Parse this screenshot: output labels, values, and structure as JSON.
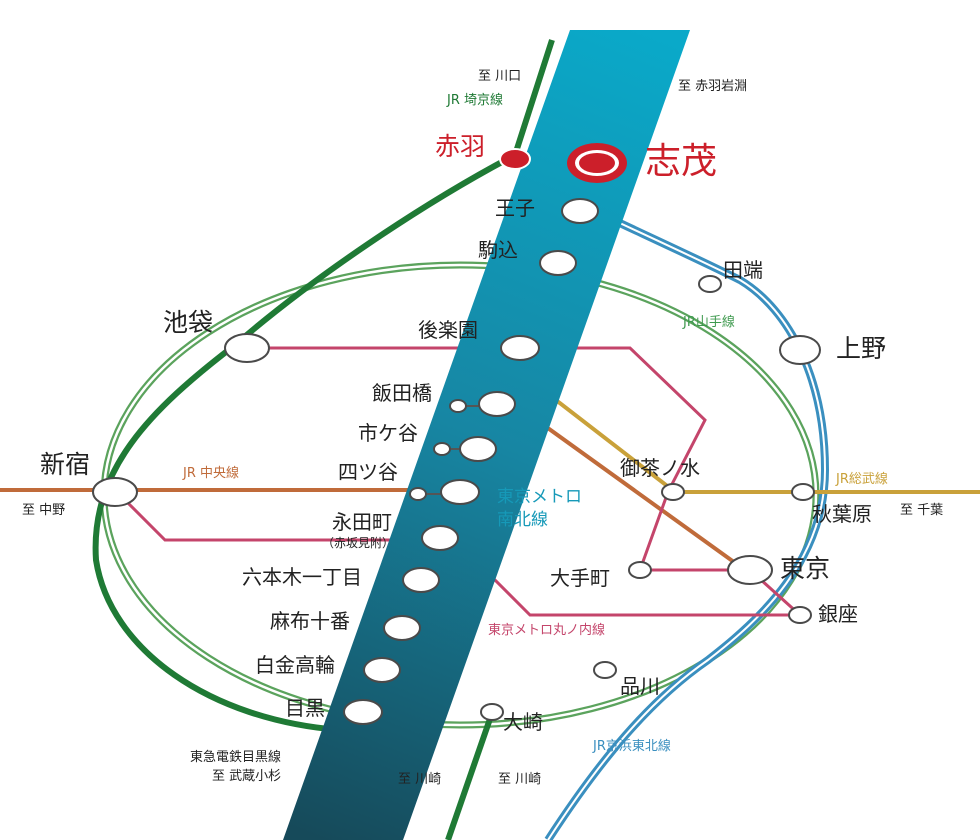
{
  "colors": {
    "saikyo": "#1f7a35",
    "yamanote": "#5ba35d",
    "chuo": "#c06b3a",
    "sobu": "#c9a13a",
    "keihin_tohoku": "#3a8fbf",
    "marunouchi": "#c4456b",
    "nanboku_top": "#0aa9c9",
    "nanboku_bottom": "#164a5a",
    "highlight": "#cc1f2a"
  },
  "stations": {
    "shimo": "志茂",
    "akabane": "赤羽",
    "oji": "王子",
    "komagome": "駒込",
    "korakuen": "後楽園",
    "iidabashi": "飯田橋",
    "ichigaya": "市ケ谷",
    "yotsuya": "四ツ谷",
    "nagatacho": "永田町",
    "nagatacho_sub": "（赤坂見附）",
    "roppongi": "六本木一丁目",
    "azabu": "麻布十番",
    "shirokane": "白金高輪",
    "meguro": "目黒",
    "tabata": "田端",
    "ueno": "上野",
    "ikebukuro": "池袋",
    "shinjuku": "新宿",
    "ochanomizu": "御茶ノ水",
    "akihabara": "秋葉原",
    "tokyo": "東京",
    "otemachi": "大手町",
    "ginza": "銀座",
    "shinagawa": "品川",
    "osaki": "大崎"
  },
  "lines": {
    "saikyo": "JR 埼京線",
    "yamanote": "JR山手線",
    "chuo": "JR 中央線",
    "sobu": "JR総武線",
    "keihin": "JR京浜東北線",
    "marunouchi": "東京メトロ丸ノ内線",
    "nanboku_1": "東京メトロ",
    "nanboku_2": "南北線",
    "meguro_line": "東急電鉄目黒線"
  },
  "directions": {
    "kawaguchi": "至 川口",
    "akabane_iwabuchi": "至 赤羽岩淵",
    "nakano": "至 中野",
    "chiba": "至 千葉",
    "musashikosugi": "至 武蔵小杉",
    "kawasaki_1": "至 川崎",
    "kawasaki_2": "至 川崎"
  }
}
